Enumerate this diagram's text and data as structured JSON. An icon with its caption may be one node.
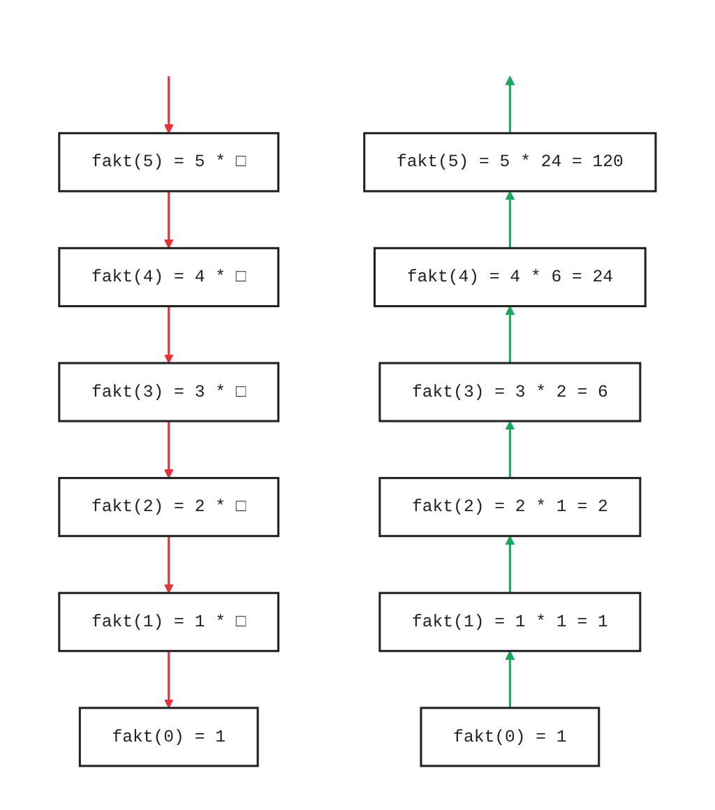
{
  "diagram": {
    "nodes": [
      {
        "text": [
          "fakt(5) = 5 * □"
        ]
      },
      {
        "text": [
          "fakt(5) = 5 * 24 = 120"
        ]
      },
      {
        "text": [
          "fakt(4) = 4 * □"
        ]
      },
      {
        "text": [
          "fakt(4) = 4 * 6 = 24"
        ]
      },
      {
        "text": [
          "fakt(3) = 3 * □"
        ]
      },
      {
        "text": [
          "fakt(3) = 3 * 2 = 6"
        ]
      },
      {
        "text": [
          "fakt(2) = 2 * □"
        ]
      },
      {
        "text": [
          "fakt(2) = 2 * 1 = 2"
        ]
      },
      {
        "text": [
          "fakt(1) = 1 * □"
        ]
      },
      {
        "text": [
          "fakt(1) = 1 * 1 = 1"
        ]
      },
      {
        "text": [
          "fakt(0) = 1"
        ]
      },
      {
        "text": [
          "fakt(0) = 1"
        ]
      }
    ],
    "edges": [
      {
        "from": null,
        "to": 0,
        "arrow": "to",
        "color": "#e8303a"
      },
      {
        "from": 0,
        "to": 2,
        "arrow": "to",
        "color": "#e8303a"
      },
      {
        "from": 2,
        "to": 4,
        "arrow": "to",
        "color": "#e8303a"
      },
      {
        "from": 4,
        "to": 6,
        "arrow": "to",
        "color": "#e8303a"
      },
      {
        "from": 6,
        "to": 8,
        "arrow": "to",
        "color": "#e8303a"
      },
      {
        "from": 8,
        "to": 10,
        "arrow": "to",
        "color": "#e8303a"
      },
      {
        "from": 11,
        "to": 9,
        "arrow": "to",
        "color": "#1aa85c"
      },
      {
        "from": 9,
        "to": 7,
        "arrow": "to",
        "color": "#1aa85c"
      },
      {
        "from": 7,
        "to": 5,
        "arrow": "to",
        "color": "#1aa85c"
      },
      {
        "from": 5,
        "to": 3,
        "arrow": "to",
        "color": "#1aa85c"
      },
      {
        "from": 3,
        "to": 1,
        "arrow": "to",
        "color": "#1aa85c"
      },
      {
        "from": 1,
        "to": null,
        "arrow": "to",
        "color": "#1aa85c"
      }
    ]
  }
}
